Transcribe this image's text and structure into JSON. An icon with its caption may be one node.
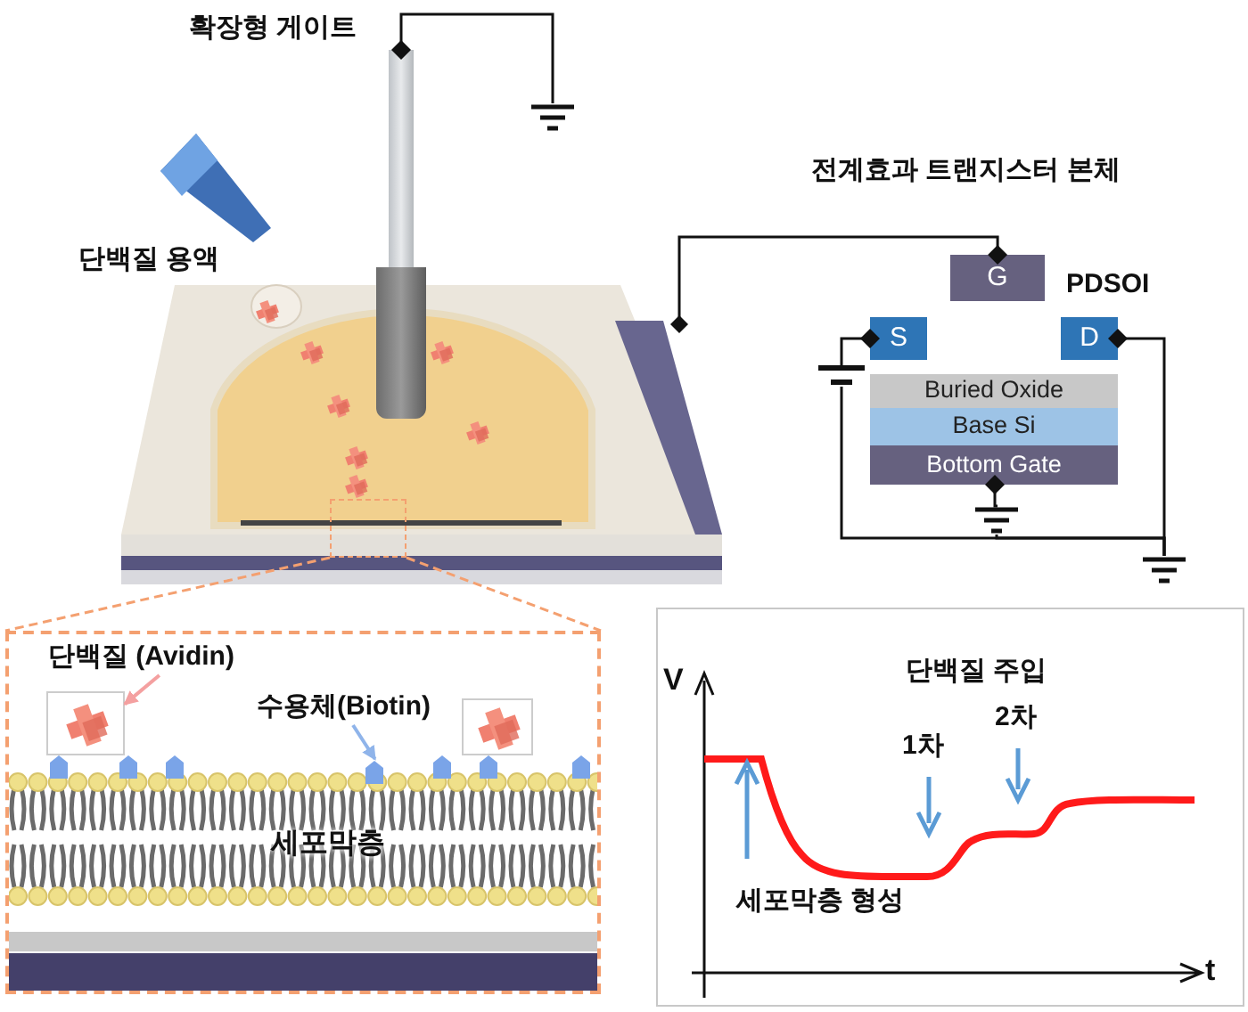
{
  "diagram": {
    "nodes": [
      {
        "text": [],
        "shape": "picture",
        "beside": [
          "확장형 게이트"
        ]
      },
      {
        "text": [],
        "shape": "ground"
      },
      {
        "text": [],
        "shape": "picture"
      },
      {
        "text": [
          "G"
        ]
      },
      {
        "text": [
          "S"
        ]
      },
      {
        "text": [
          "D"
        ]
      },
      {
        "text": [
          "Buried Oxide"
        ]
      },
      {
        "text": [
          "Base Si"
        ]
      },
      {
        "text": [
          "Bottom Gate"
        ]
      },
      {
        "text": [],
        "shape": "battery"
      },
      {
        "text": [],
        "shape": "ground"
      },
      {
        "text": [],
        "shape": "ground"
      },
      {
        "text": [],
        "shape": "box",
        "in": 2
      },
      {
        "text": [],
        "shape": "box"
      },
      {
        "text": [
          "단백질 (Avidin)"
        ],
        "in": 13
      },
      {
        "text": [],
        "shape": "picture",
        "in": 13
      },
      {
        "text": [
          "수용체(Biotin)"
        ],
        "in": 13
      },
      {
        "text": [],
        "shape": "picture",
        "in": 13
      },
      {
        "text": [],
        "shape": "picture",
        "in": 13
      }
    ],
    "edges": [
      {
        "from": 0,
        "to": 1,
        "arrow": "other"
      },
      {
        "from": 3,
        "to": 2,
        "arrow": "other"
      },
      {
        "from": 4,
        "to": 9,
        "arrow": "other"
      },
      {
        "from": 9,
        "to": 11,
        "arrow": "none"
      },
      {
        "from": 8,
        "to": 10,
        "arrow": "other"
      },
      {
        "from": 10,
        "to": 11,
        "arrow": "none"
      },
      {
        "from": 5,
        "to": 11,
        "arrow": "other"
      },
      {
        "from": 12,
        "to": 13,
        "arrow": "none",
        "style": "dashed",
        "color": "#f4a070"
      },
      {
        "from": 12,
        "to": 13,
        "arrow": "none",
        "style": "dashed",
        "color": "#f4a070"
      },
      {
        "from": 14,
        "to": 15,
        "arrow": "to",
        "color": "#f4a0a0"
      },
      {
        "from": 16,
        "to": 17,
        "arrow": "to",
        "color": "#8fb4ea"
      }
    ],
    "labels": [
      "단백질 용액",
      "전계효과 트랜지스터 본체",
      "PDSOI",
      "세포막층",
      "V",
      "단백질 주입",
      "2차",
      "1차",
      "t",
      "세포막층 형성"
    ]
  }
}
